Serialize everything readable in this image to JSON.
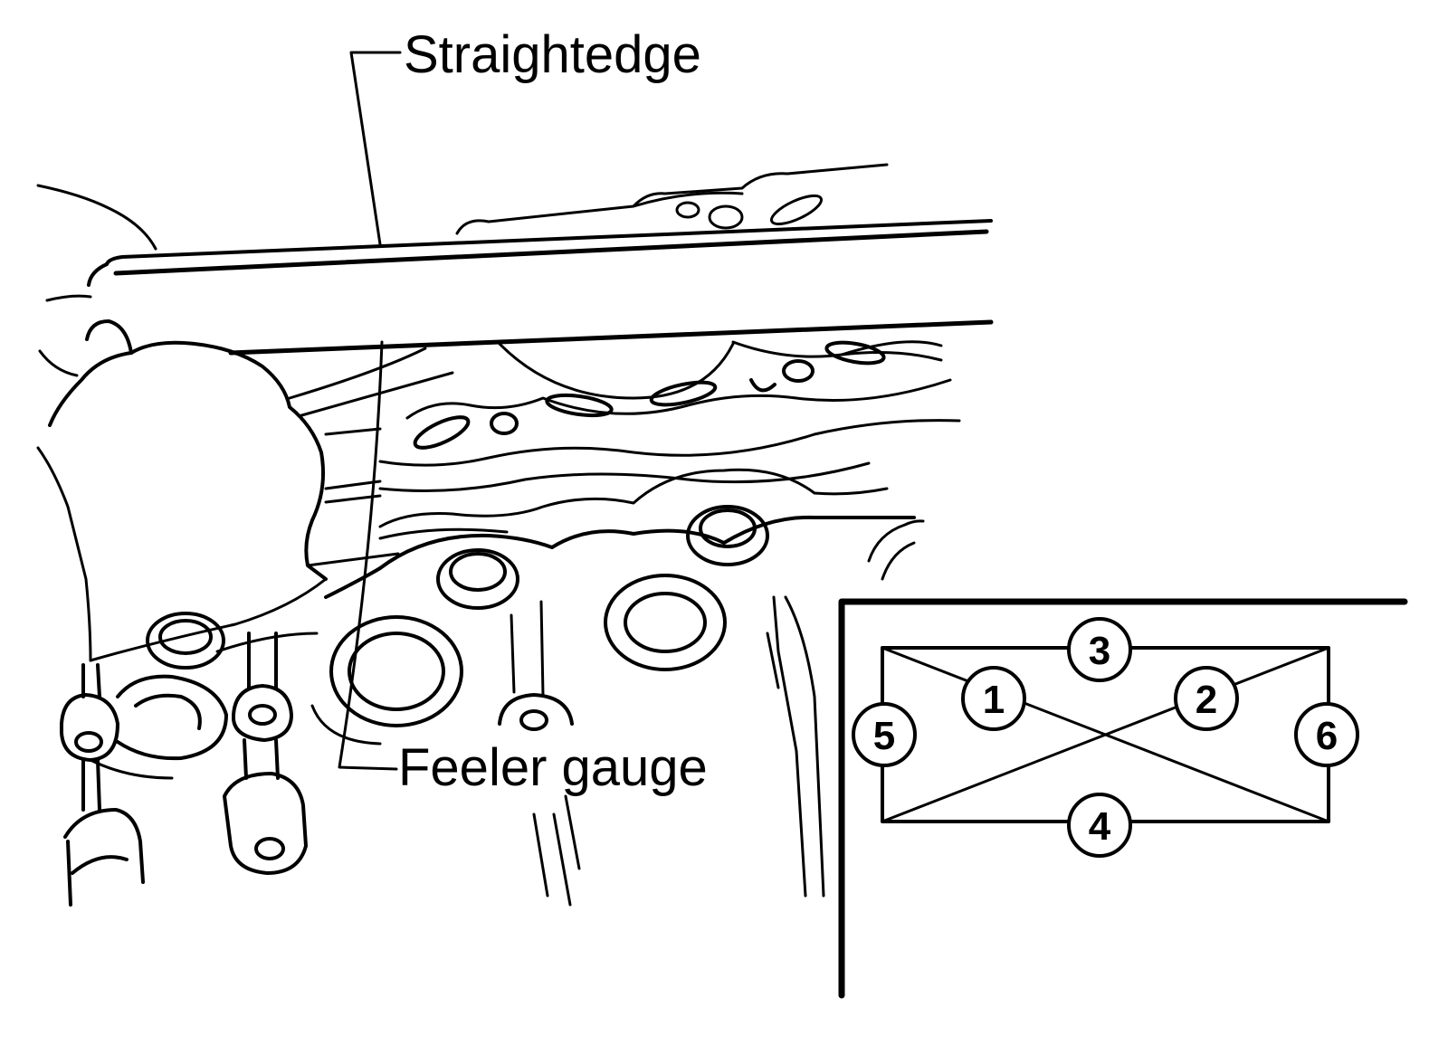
{
  "labels": {
    "straightedge": "Straightedge",
    "feeler_gauge": "Feeler gauge"
  },
  "measurement_pattern": {
    "points": [
      "1",
      "2",
      "3",
      "4",
      "5",
      "6"
    ]
  },
  "colors": {
    "ink": "#000000",
    "paper": "#ffffff"
  }
}
